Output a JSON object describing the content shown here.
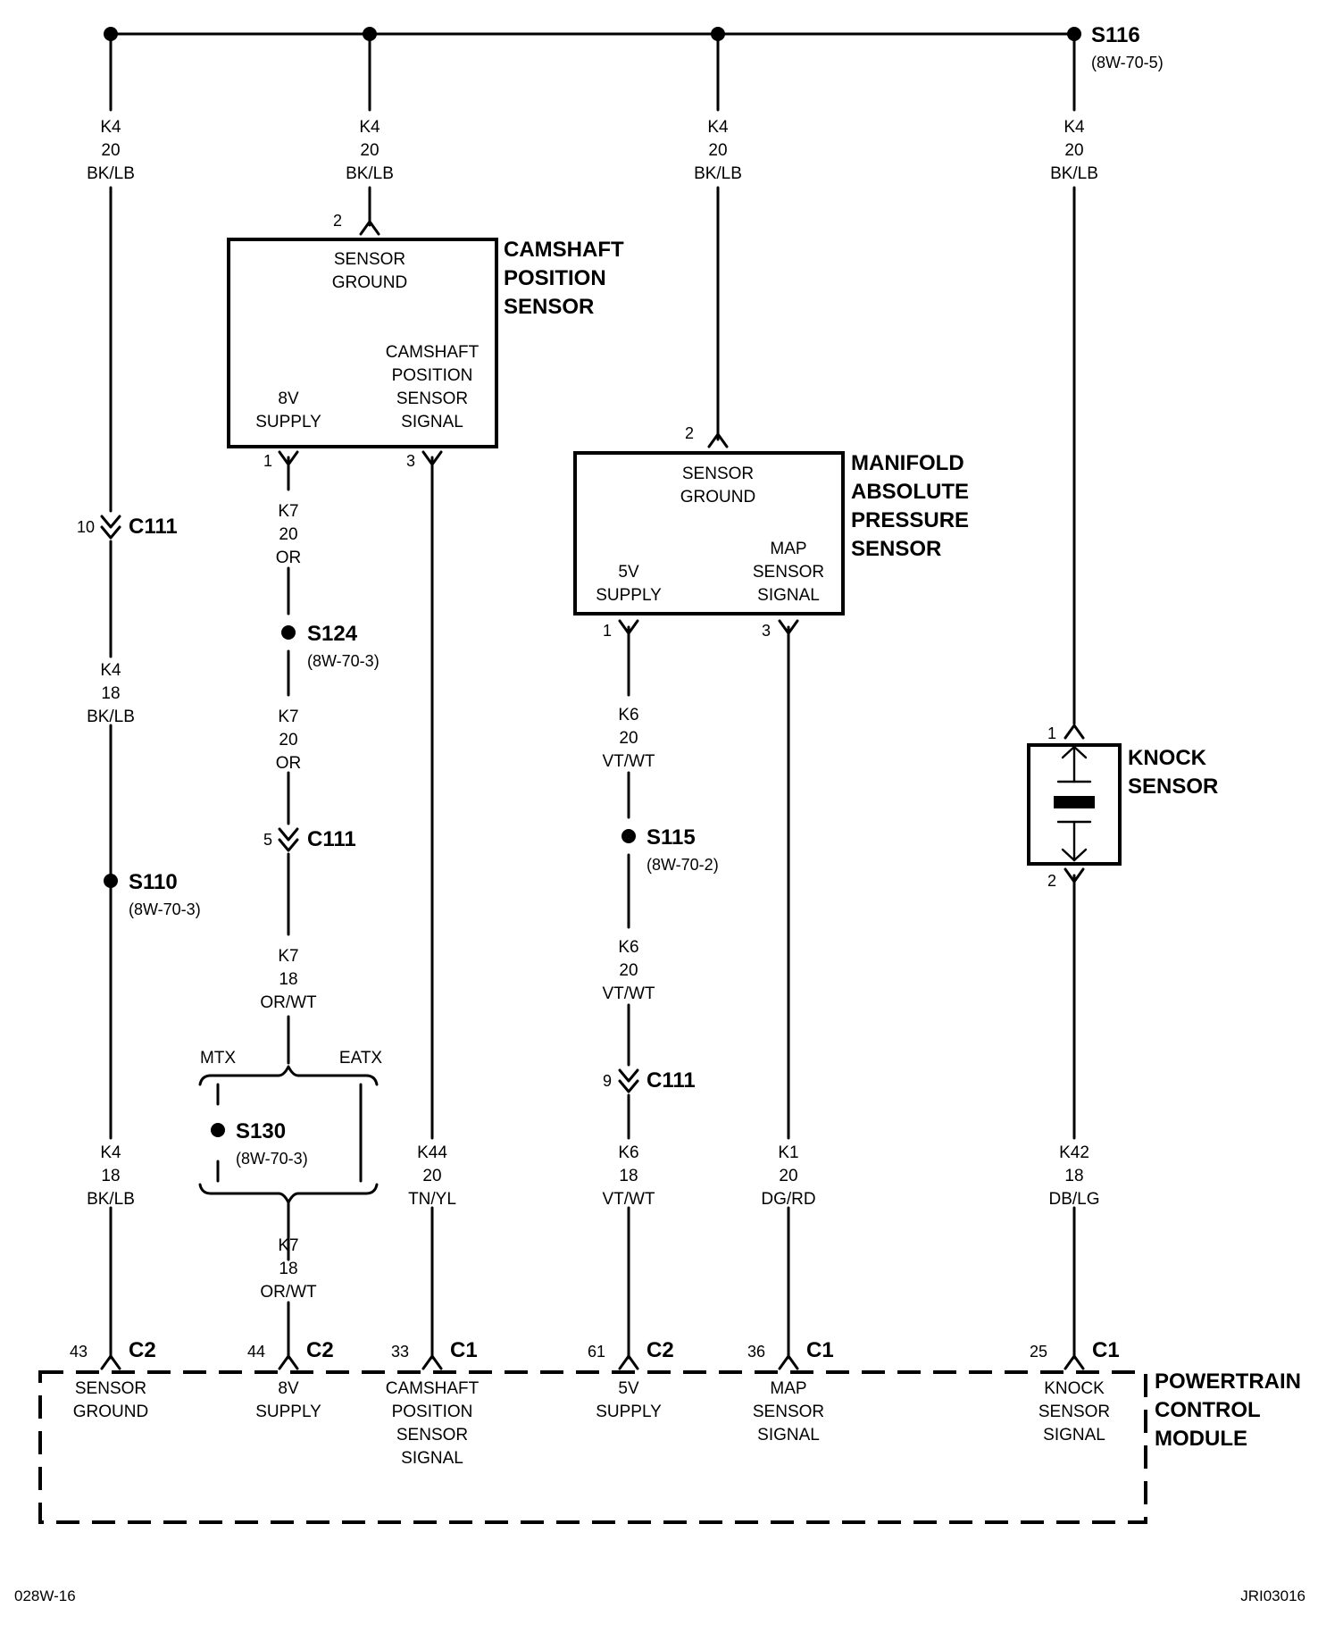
{
  "top_splice": {
    "id": "S116",
    "ref": "(8W-70-5)"
  },
  "top_wires": [
    [
      "K4",
      "20",
      "BK/LB"
    ],
    [
      "K4",
      "20",
      "BK/LB"
    ],
    [
      "K4",
      "20",
      "BK/LB"
    ],
    [
      "K4",
      "20",
      "BK/LB"
    ]
  ],
  "camshaft_sensor": {
    "title": [
      "CAMSHAFT",
      "POSITION",
      "SENSOR"
    ],
    "ground": [
      "SENSOR",
      "GROUND"
    ],
    "supply": [
      "8V",
      "SUPPLY"
    ],
    "signal": [
      "CAMSHAFT",
      "POSITION",
      "SENSOR",
      "SIGNAL"
    ],
    "pins": {
      "ground": "2",
      "supply": "1",
      "signal": "3"
    }
  },
  "map_sensor": {
    "title": [
      "MANIFOLD",
      "ABSOLUTE",
      "PRESSURE",
      "SENSOR"
    ],
    "ground": [
      "SENSOR",
      "GROUND"
    ],
    "supply": [
      "5V",
      "SUPPLY"
    ],
    "signal": [
      "MAP",
      "SENSOR",
      "SIGNAL"
    ],
    "pins": {
      "ground": "2",
      "supply": "1",
      "signal": "3"
    }
  },
  "knock_sensor": {
    "title": [
      "KNOCK",
      "SENSOR"
    ],
    "pins": {
      "top": "1",
      "bottom": "2"
    }
  },
  "ground_branch": {
    "c111": {
      "pin": "10",
      "connector": "C111"
    },
    "wire_mid": [
      "K4",
      "18",
      "BK/LB"
    ],
    "splice": {
      "id": "S110",
      "ref": "(8W-70-3)"
    },
    "wire_bottom": [
      "K4",
      "18",
      "BK/LB"
    ]
  },
  "supply8v_branch": {
    "wire_1": [
      "K7",
      "20",
      "OR"
    ],
    "splice_1": {
      "id": "S124",
      "ref": "(8W-70-3)"
    },
    "wire_2": [
      "K7",
      "20",
      "OR"
    ],
    "c111": {
      "pin": "5",
      "connector": "C111"
    },
    "wire_3": [
      "K7",
      "18",
      "OR/WT"
    ],
    "mtx": "MTX",
    "eatx": "EATX",
    "splice_2": {
      "id": "S130",
      "ref": "(8W-70-3)"
    },
    "wire_4": [
      "K7",
      "18",
      "OR/WT"
    ]
  },
  "cam_signal_wire": [
    "K44",
    "20",
    "TN/YL"
  ],
  "supply5v_branch": {
    "wire_1": [
      "K6",
      "20",
      "VT/WT"
    ],
    "splice": {
      "id": "S115",
      "ref": "(8W-70-2)"
    },
    "wire_2": [
      "K6",
      "20",
      "VT/WT"
    ],
    "c111": {
      "pin": "9",
      "connector": "C111"
    },
    "wire_3": [
      "K6",
      "18",
      "VT/WT"
    ]
  },
  "map_signal_wire": [
    "K1",
    "20",
    "DG/RD"
  ],
  "knock_signal_wire": [
    "K42",
    "18",
    "DB/LG"
  ],
  "pcm": {
    "title": [
      "POWERTRAIN",
      "CONTROL",
      "MODULE"
    ],
    "connectors": [
      {
        "pin": "43",
        "connector": "C2",
        "label": [
          "SENSOR",
          "GROUND"
        ]
      },
      {
        "pin": "44",
        "connector": "C2",
        "label": [
          "8V",
          "SUPPLY"
        ]
      },
      {
        "pin": "33",
        "connector": "C1",
        "label": [
          "CAMSHAFT",
          "POSITION",
          "SENSOR",
          "SIGNAL"
        ]
      },
      {
        "pin": "61",
        "connector": "C2",
        "label": [
          "5V",
          "SUPPLY"
        ]
      },
      {
        "pin": "36",
        "connector": "C1",
        "label": [
          "MAP",
          "SENSOR",
          "SIGNAL"
        ]
      },
      {
        "pin": "25",
        "connector": "C1",
        "label": [
          "KNOCK",
          "SENSOR",
          "SIGNAL"
        ]
      }
    ]
  },
  "footer": {
    "left": "028W-16",
    "right": "JRI03016"
  }
}
